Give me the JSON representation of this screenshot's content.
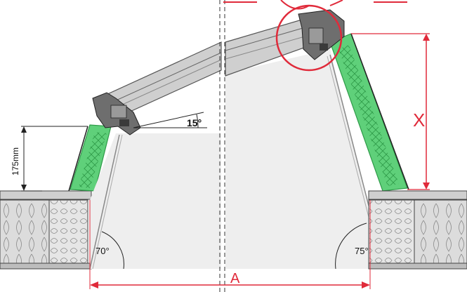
{
  "labels": {
    "dim_175": "175mm",
    "angle_15": "15°",
    "angle_70": "70°",
    "angle_75": "75°",
    "dim_x": "X",
    "dim_a": "A"
  },
  "colors": {
    "insulation_green": "#5fd07a",
    "insulation_green_dark": "#2e9a48",
    "dimension_red": "#e02a3a",
    "frame_grey": "#9a9a9a",
    "frame_dark": "#4a4a4a",
    "wall_light": "#eeeeee",
    "line_black": "#222222"
  }
}
